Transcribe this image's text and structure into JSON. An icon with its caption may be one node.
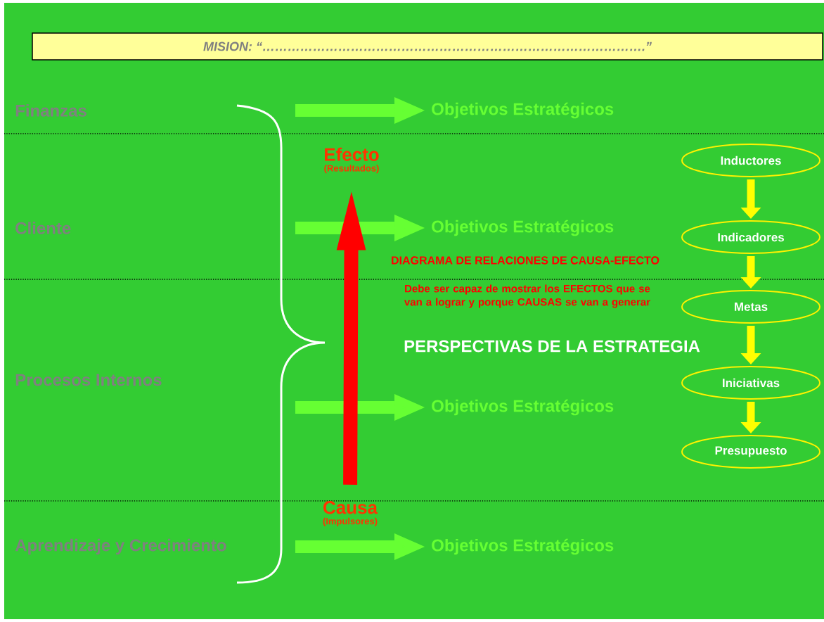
{
  "diagram": {
    "nodes": [
      {
        "text": [
          "MISION: “……………………………………………………………………………….”"
        ]
      },
      {
        "text": [
          "Finanzas"
        ]
      },
      {
        "text": [
          "Cliente"
        ]
      },
      {
        "text": [
          "Procesos Internos"
        ]
      },
      {
        "text": [
          "Aprendizaje y Crecimiento"
        ]
      },
      {
        "text": [
          "Objetivos Estratégicos"
        ]
      },
      {
        "text": [
          "Objetivos Estratégicos"
        ]
      },
      {
        "text": [
          "Objetivos Estratégicos"
        ]
      },
      {
        "text": [
          "Objetivos Estratégicos"
        ]
      },
      {
        "text": [
          "Efecto",
          "(Resultados)"
        ]
      },
      {
        "text": [
          "Causa",
          "(Impulsores)"
        ]
      },
      {
        "text": [
          "Inductores"
        ]
      },
      {
        "text": [
          "Indicadores"
        ]
      },
      {
        "text": [
          "Metas"
        ]
      },
      {
        "text": [
          "Iniciativas"
        ]
      },
      {
        "text": [
          "Presupuesto"
        ]
      }
    ],
    "edges": [
      {
        "from": null,
        "to": 5,
        "arrow": "to",
        "color": "#66ff33"
      },
      {
        "from": null,
        "to": 6,
        "arrow": "to",
        "color": "#66ff33"
      },
      {
        "from": null,
        "to": 7,
        "arrow": "to",
        "color": "#66ff33"
      },
      {
        "from": null,
        "to": 8,
        "arrow": "to",
        "color": "#66ff33"
      },
      {
        "from": 10,
        "to": 9,
        "arrow": "to",
        "color": "#ff0000"
      },
      {
        "from": 11,
        "to": 12,
        "arrow": "to",
        "color": "#ffff00"
      },
      {
        "from": 12,
        "to": 13,
        "arrow": "to",
        "color": "#ffff00"
      },
      {
        "from": 13,
        "to": 14,
        "arrow": "to",
        "color": "#ffff00"
      },
      {
        "from": 14,
        "to": 15,
        "arrow": "to",
        "color": "#ffff00"
      }
    ],
    "labels": [
      "DIAGRAMA DE RELACIONES DE CAUSA-EFECTO",
      "Debe ser capaz de mostrar los EFECTOS que se van a lograr y porque CAUSAS se van a generar",
      "PERSPECTIVAS DE LA ESTRATEGIA"
    ]
  }
}
